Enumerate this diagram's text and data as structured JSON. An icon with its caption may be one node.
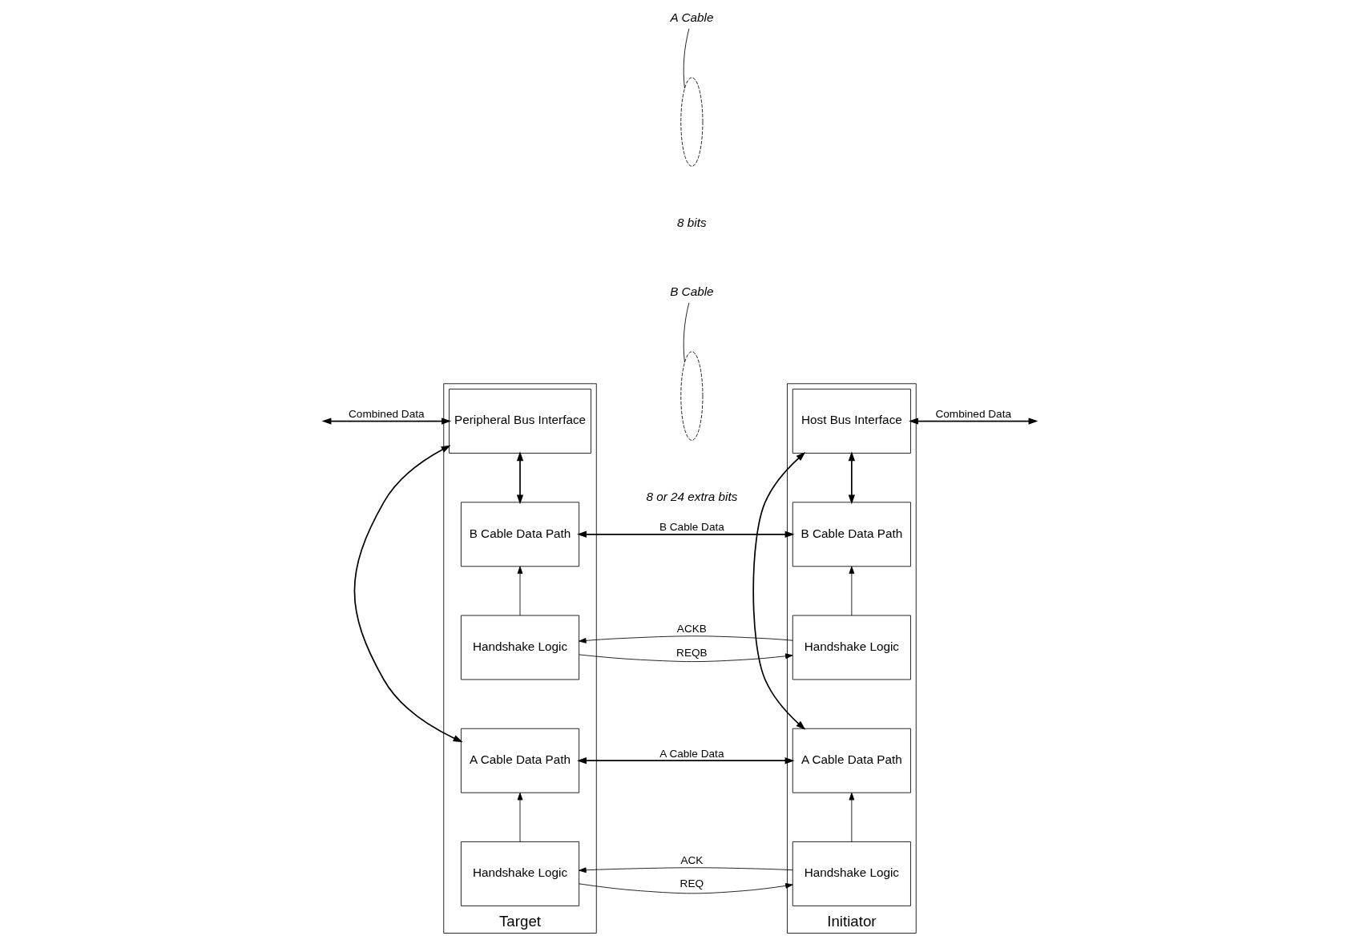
{
  "diagram": {
    "nodes": [
      {
        "text": [
          "Target"
        ]
      },
      {
        "text": [
          "Peripheral Bus Interface"
        ],
        "in": 0
      },
      {
        "text": [
          "Handshake Logic"
        ],
        "in": 0
      },
      {
        "text": [
          "A Cable Data Path"
        ],
        "in": 0
      },
      {
        "text": [
          "Handshake Logic"
        ],
        "in": 0
      },
      {
        "text": [
          "B Cable Data Path"
        ],
        "in": 0
      },
      {
        "text": [
          "A Cable"
        ]
      },
      {
        "text": [],
        "shape": "ellipse"
      },
      {
        "text": [
          "B Cable"
        ]
      },
      {
        "text": [],
        "shape": "ellipse"
      },
      {
        "text": [
          "Initiator"
        ]
      },
      {
        "text": [
          "Handshake Logic"
        ],
        "in": 10
      },
      {
        "text": [
          "A Cable Data Path"
        ],
        "in": 10
      },
      {
        "text": [
          "Handshake Logic"
        ],
        "in": 10
      },
      {
        "text": [
          "B Cable Data Path"
        ],
        "in": 10
      },
      {
        "text": [
          "Host Bus Interface"
        ],
        "in": 10
      }
    ],
    "edges": [
      {
        "from": null,
        "to": 1,
        "arrow": "both",
        "label": "Combined Data"
      },
      {
        "from": 2,
        "to": 11,
        "arrow": "to",
        "label": "REQ"
      },
      {
        "from": 11,
        "to": 2,
        "arrow": "to",
        "label": "ACK"
      },
      {
        "from": 2,
        "to": 3,
        "arrow": "to"
      },
      {
        "from": 11,
        "to": 12,
        "arrow": "to"
      },
      {
        "from": 1,
        "to": 3,
        "arrow": "both"
      },
      {
        "from": 3,
        "to": 12,
        "arrow": "both",
        "label": "A Cable Data"
      },
      {
        "from": 12,
        "to": 15,
        "arrow": "both"
      },
      {
        "from": 6,
        "to": 7,
        "arrow": "none"
      },
      {
        "from": 4,
        "to": 13,
        "arrow": "to",
        "label": "REQB"
      },
      {
        "from": 13,
        "to": 4,
        "arrow": "to",
        "label": "ACKB"
      },
      {
        "from": 4,
        "to": 5,
        "arrow": "to"
      },
      {
        "from": 13,
        "to": 14,
        "arrow": "to"
      },
      {
        "from": 1,
        "to": 5,
        "arrow": "both"
      },
      {
        "from": 5,
        "to": 14,
        "arrow": "both",
        "label": "B Cable Data"
      },
      {
        "from": 14,
        "to": 15,
        "arrow": "both"
      },
      {
        "from": 8,
        "to": 9,
        "arrow": "none"
      },
      {
        "from": 15,
        "to": null,
        "arrow": "both",
        "label": "Combined Data"
      }
    ],
    "labels": [
      "8 bits",
      "8 or 24 extra bits"
    ]
  }
}
